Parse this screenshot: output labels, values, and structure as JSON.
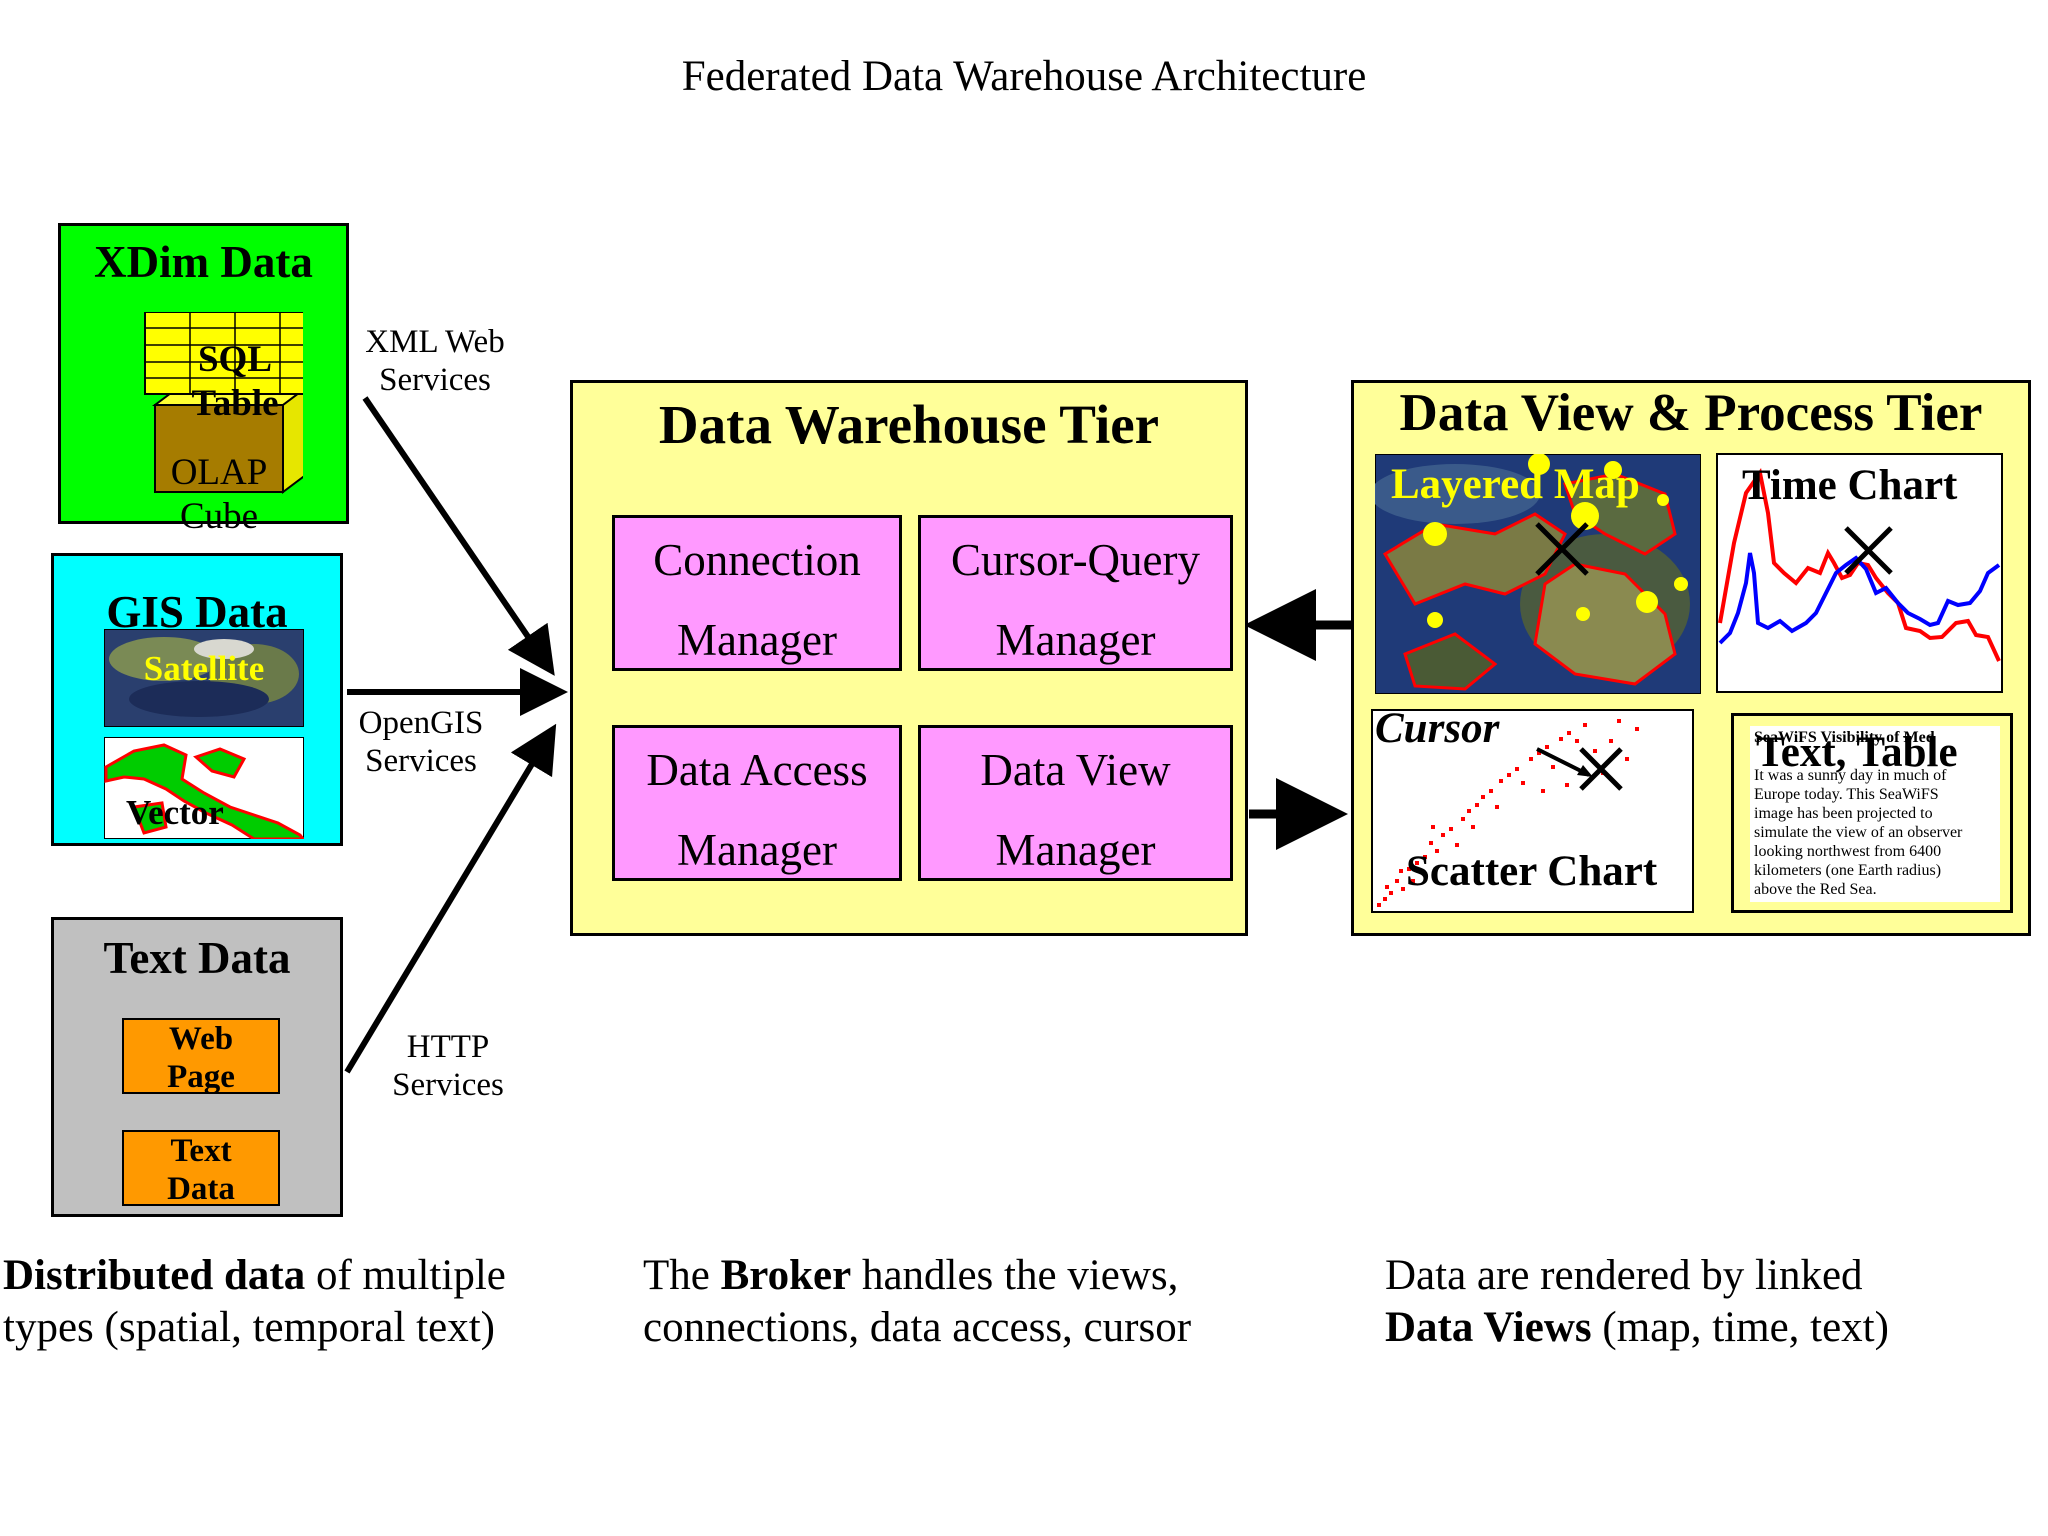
{
  "title": "Federated Data Warehouse Architecture",
  "sources": {
    "xdim": {
      "title": "XDim Data",
      "sql": [
        "SQL",
        "Table"
      ],
      "olap": [
        "OLAP",
        "Cube"
      ]
    },
    "gis": {
      "title": "GIS Data",
      "satellite": "Satellite",
      "vector": "Vector"
    },
    "text": {
      "title": "Text Data",
      "web": [
        "Web",
        "Page"
      ],
      "textdata": [
        "Text",
        "Data"
      ]
    }
  },
  "connectors": {
    "xml": [
      "XML Web",
      "Services"
    ],
    "opengis": [
      "OpenGIS",
      "Services"
    ],
    "http": [
      "HTTP",
      "Services"
    ]
  },
  "warehouse": {
    "title": "Data Warehouse Tier",
    "managers": [
      [
        "Connection",
        "Manager"
      ],
      [
        "Cursor-Query",
        "Manager"
      ],
      [
        "Data Access",
        "Manager"
      ],
      [
        "Data View",
        "Manager"
      ]
    ]
  },
  "view_tier": {
    "title": "Data View & Process Tier",
    "layered_map": "Layered Map",
    "time_chart": "Time Chart",
    "cursor": "Cursor",
    "scatter_chart": "Scatter Chart",
    "text_table": "Text, Table",
    "text_sample_title": "SeaWiFS Visibility of Med",
    "text_sample_lines": [
      "It was a sunny day in much of",
      "Europe today. This SeaWiFS",
      "image has been projected to",
      "simulate the view of an observer",
      "looking northwest from 6400",
      "kilometers (one Earth radius)",
      "above the Red Sea."
    ]
  },
  "captions": {
    "left": {
      "bold": "Distributed data",
      "rest1": " of multiple",
      "line2": "types (spatial, temporal text)"
    },
    "middle": {
      "pre": "The ",
      "bold": "Broker",
      "rest1": " handles the views,",
      "line2": "connections, data access, cursor"
    },
    "right": {
      "line1": "Data are rendered by linked",
      "bold": "Data Views",
      "rest2": " (map, time, text)"
    }
  },
  "colors": {
    "xdim_bg": "#00ff00",
    "gis_bg": "#00ffff",
    "text_bg": "#c0c0c0",
    "tier_bg": "#ffff99",
    "manager_bg": "#ff99ff",
    "orange": "#ff9900",
    "title_yellow": "#ffff00",
    "series_red": "#ff0000",
    "series_blue": "#0000ff"
  }
}
